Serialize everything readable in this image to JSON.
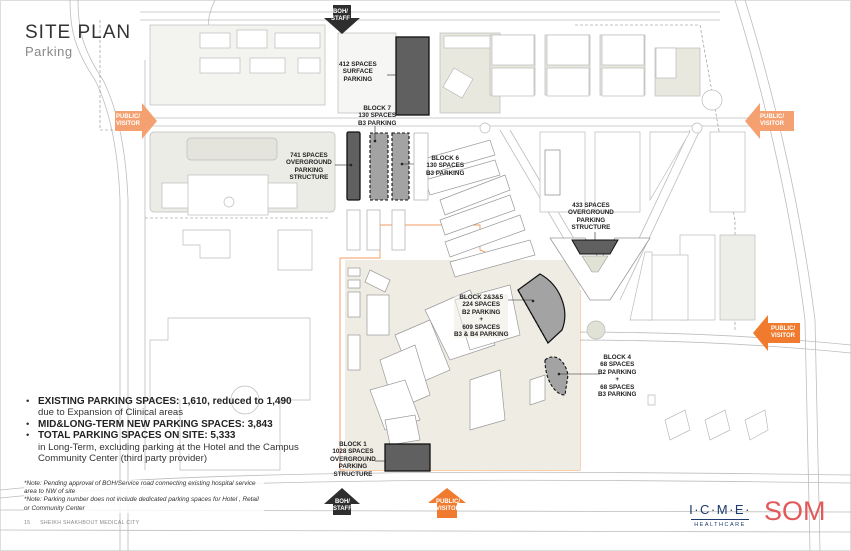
{
  "header": {
    "title": "SITE PLAN",
    "subtitle": "Parking"
  },
  "colors": {
    "accent_orange": "#f07b2e",
    "accent_orange_light": "#f4a071",
    "entry_dark": "#2e2e2e",
    "overground_parking": "#5f605f",
    "basement_parking": "#a3a3a3",
    "landscape": "#e8e8df",
    "plaza": "#ece8de",
    "som_red": "#e05a5a",
    "icme_blue": "#1a3a6b"
  },
  "entrances": [
    {
      "id": "boh-top",
      "label": "BOH/\nSTAFF",
      "type": "boh",
      "direction": "down"
    },
    {
      "id": "boh-bottom",
      "label": "BOH/\nSTAFF",
      "type": "boh",
      "direction": "up"
    },
    {
      "id": "public-west",
      "label": "PUBLIC/\nVISITOR",
      "type": "public",
      "direction": "right"
    },
    {
      "id": "public-northeast",
      "label": "PUBLIC/\nVISITOR",
      "type": "public",
      "direction": "left"
    },
    {
      "id": "public-east",
      "label": "PUBLIC/\nVISITOR",
      "type": "public",
      "direction": "left"
    },
    {
      "id": "public-south",
      "label": "PUBLIC/\nVISITOR",
      "type": "public",
      "direction": "up"
    }
  ],
  "parking_labels": {
    "surface": "412 SPACES\nSURFACE\nPARKING",
    "block7": "BLOCK 7\n130 SPACES\nB3 PARKING",
    "overground741": "741 SPACES\nOVERGROUND\nPARKING\nSTRUCTURE",
    "block6": "BLOCK 6\n130 SPACES\nB3 PARKING",
    "overground433": "433 SPACES\nOVERGROUND\nPARKING\nSTRUCTURE",
    "block235": "BLOCK 2&3&5\n224 SPACES\nB2 PARKING\n+\n609 SPACES\nB3 & B4 PARKING",
    "block4": "BLOCK 4\n68 SPACES\nB2 PARKING\n+\n68 SPACES\nB3 PARKING",
    "block1": "BLOCK 1\n1028 SPACES\nOVERGROUND\nPARKING\nSTRUCTURE"
  },
  "stats": [
    {
      "bold": "EXISTING PARKING SPACES: 1,610, reduced to 1,490",
      "detail": "due to Expansion of Clinical areas"
    },
    {
      "bold": "MID&LONG-TERM NEW PARKING SPACES: 3,843",
      "detail": ""
    },
    {
      "bold": "TOTAL PARKING SPACES ON SITE: 5,333",
      "detail": "in Long-Term, excluding parking at the Hotel and the Campus Community Center (third party provider)"
    }
  ],
  "notes": [
    "*Note: Pending approval of BOH/Service road connecting existing hospital service area to NW of site",
    "*Note: Parking number does not include dedicated parking spaces for Hotel , Retail or Community Center"
  ],
  "footer": {
    "page": "15",
    "project": "SHEIKH SHAKHBOUT MEDICAL CITY"
  },
  "logos": {
    "icme_name": "I·C·M·E·",
    "icme_sub": "HEALTHCARE",
    "som": "SOM"
  }
}
